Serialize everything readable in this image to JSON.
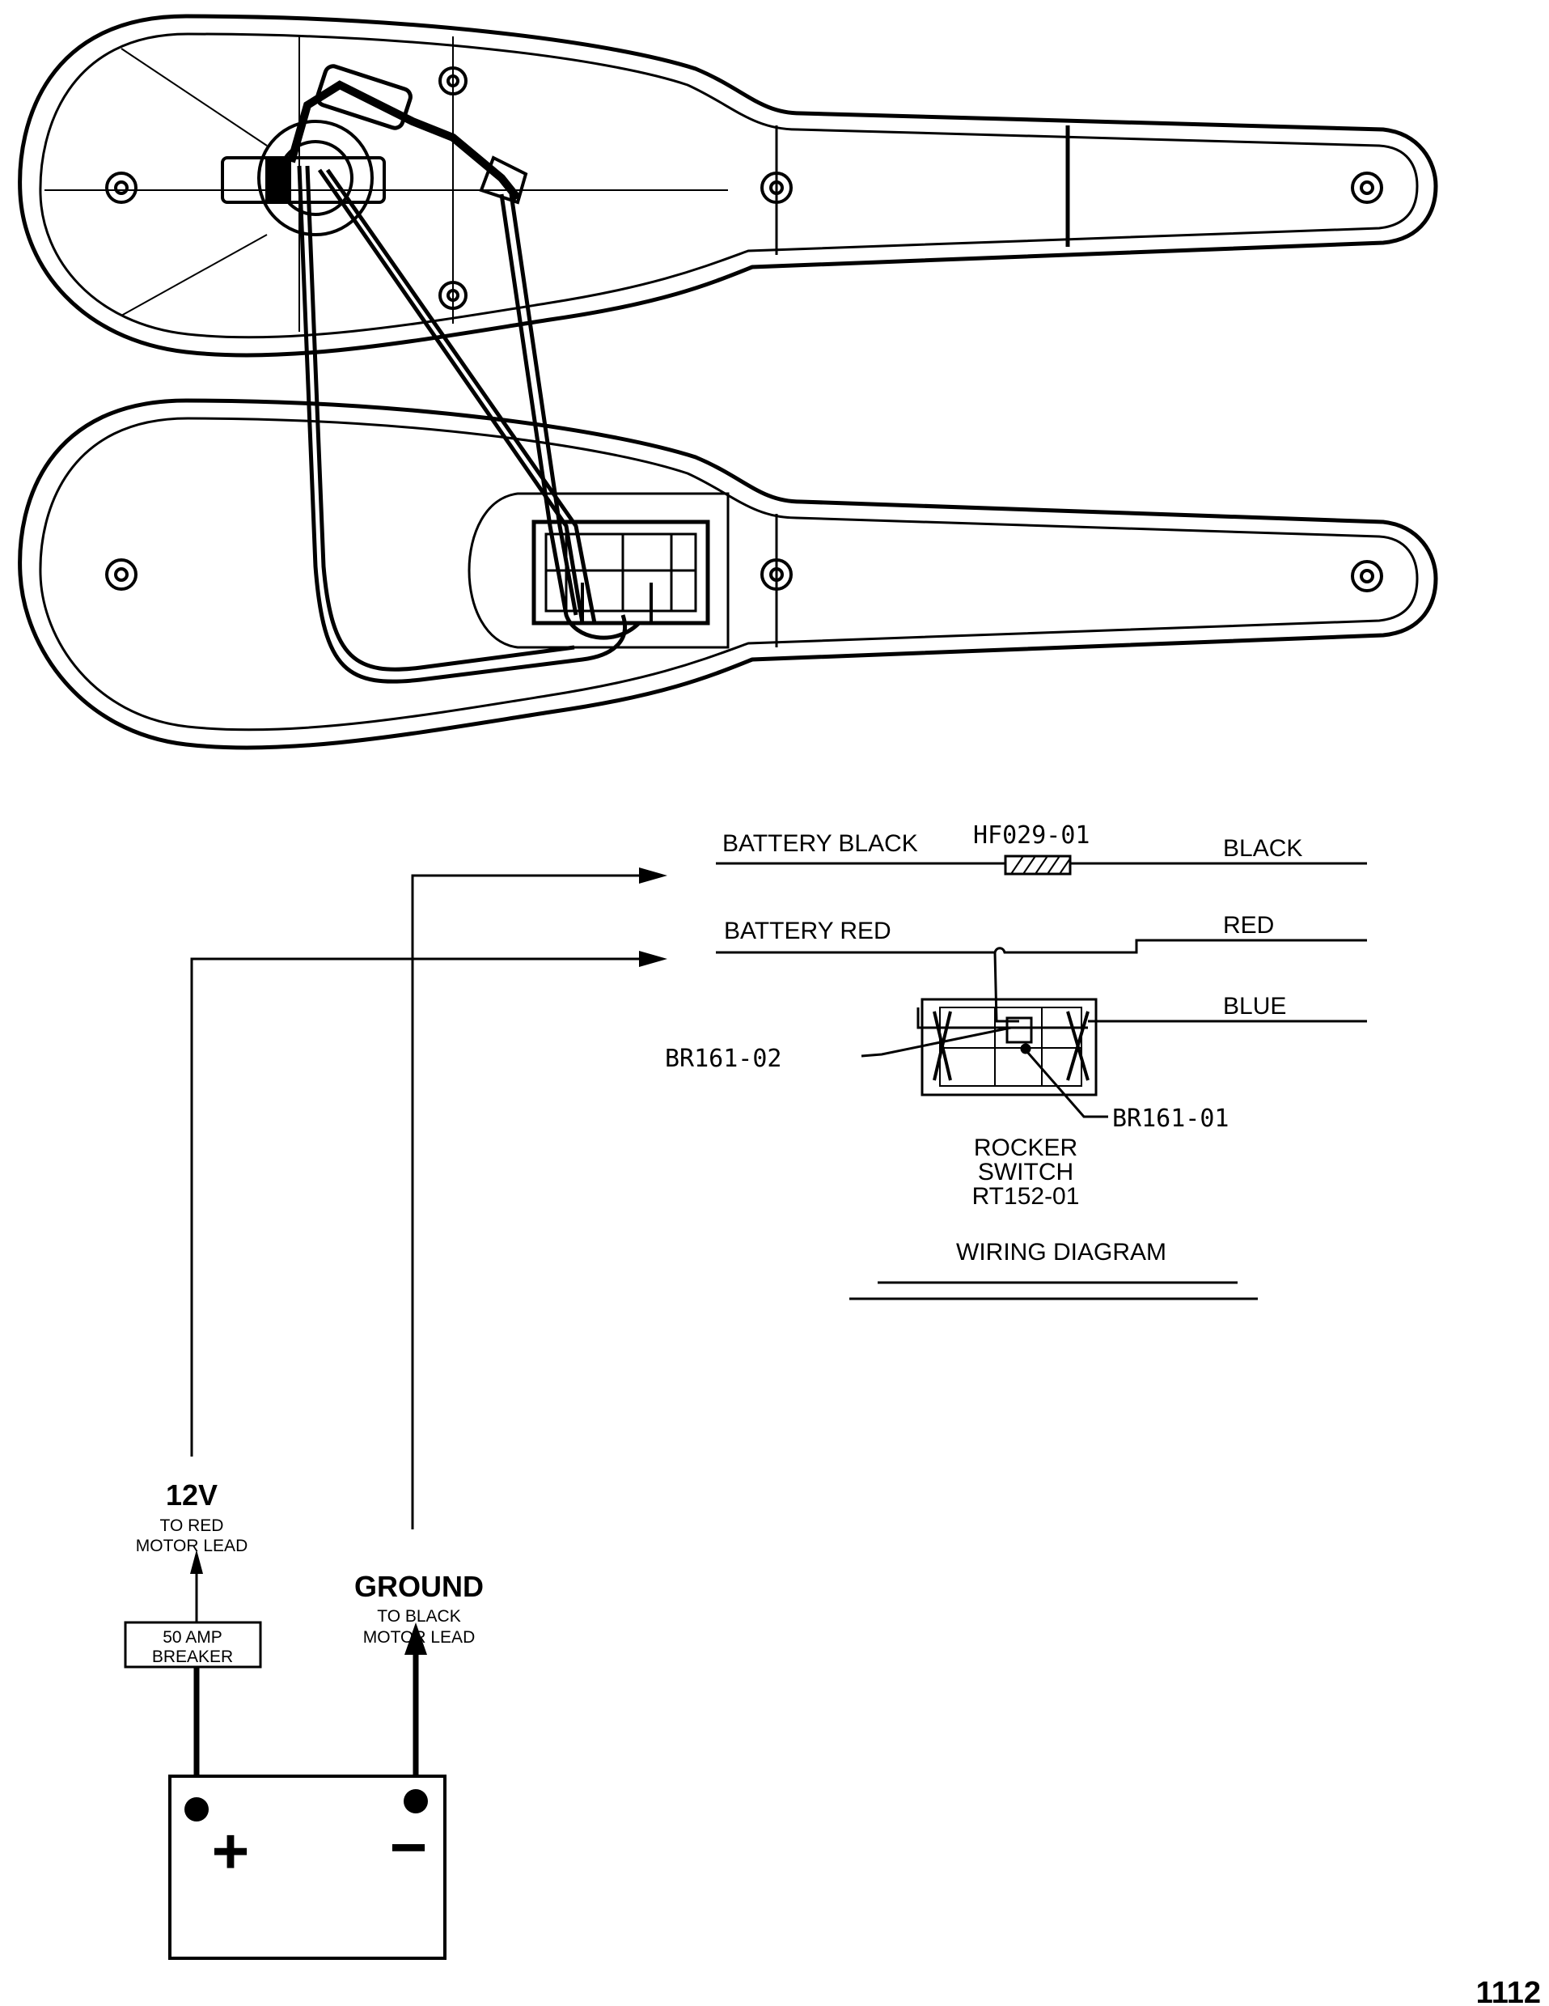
{
  "labels": {
    "battery_black": "BATTERY BLACK",
    "fuse_part": "HF029-01",
    "black": "BLACK",
    "battery_red": "BATTERY RED",
    "red": "RED",
    "blue": "BLUE",
    "br161_02": "BR161-02",
    "br161_01": "BR161-01",
    "rocker": "ROCKER",
    "switch": "SWITCH",
    "rt152": "RT152-01",
    "wiring_diagram": "WIRING DIAGRAM",
    "v12": "12V",
    "to_red": "TO RED",
    "motor_lead_1": "MOTOR LEAD",
    "breaker_1": "50 AMP",
    "breaker_2": "BREAKER",
    "ground": "GROUND",
    "to_black": "TO BLACK",
    "motor_lead_2": "MOTOR LEAD",
    "plus": "+",
    "minus": "−",
    "page_number": "1112"
  },
  "colors": {
    "ink": "#000000",
    "paper": "#ffffff"
  }
}
